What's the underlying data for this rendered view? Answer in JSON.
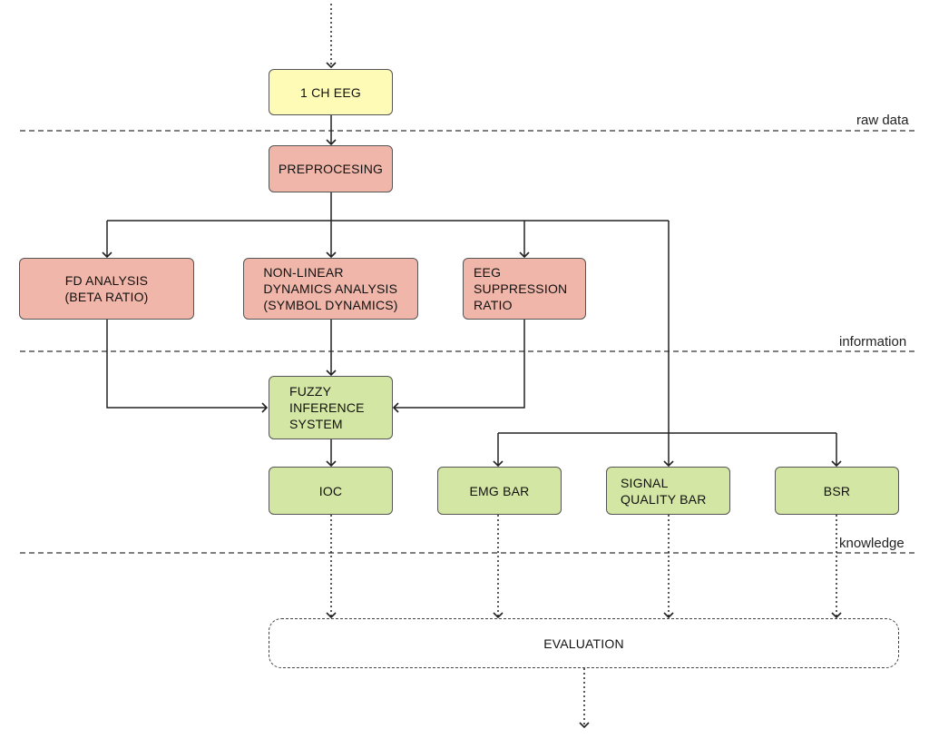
{
  "nodes": {
    "eeg": "1 CH EEG",
    "preprocessing": "PREPROCESING",
    "fd_analysis": "FD ANALYSIS\n(BETA RATIO)",
    "nonlinear": "NON-LINEAR\nDYNAMICS ANALYSIS\n(SYMBOL DYNAMICS)",
    "suppression": "EEG\nSUPPRESSION\nRATIO",
    "fuzzy": "FUZZY\nINFERENCE\nSYSTEM",
    "ioc": "IOC",
    "emg": "EMG BAR",
    "signal_quality": "SIGNAL\nQUALITY BAR",
    "bsr": "BSR",
    "evaluation": "EVALUATION"
  },
  "layers": {
    "raw_data": "raw data",
    "information": "information",
    "knowledge": "knowledge"
  },
  "colors": {
    "input": "#fdfbb5",
    "processing": "#f0b6a9",
    "output": "#d3e6a3",
    "line": "#222222"
  }
}
